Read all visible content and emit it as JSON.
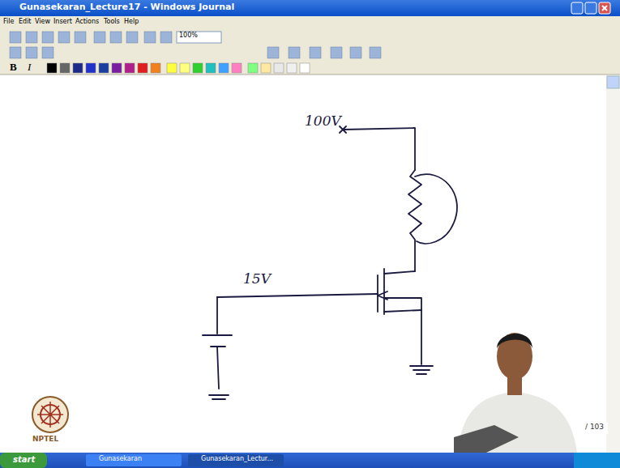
{
  "diagram": {
    "labels": [
      "Gunasekaran_Lecture17 - Windows Journal",
      "File",
      "Edit",
      "View",
      "Insert",
      "Actions",
      "Tools",
      "Help",
      "100%",
      "B",
      "I",
      "100V",
      "15V",
      "/ 103",
      "NPTEL",
      "start",
      "Gunasekaran",
      "Gunasekaran_Lectur..."
    ]
  }
}
